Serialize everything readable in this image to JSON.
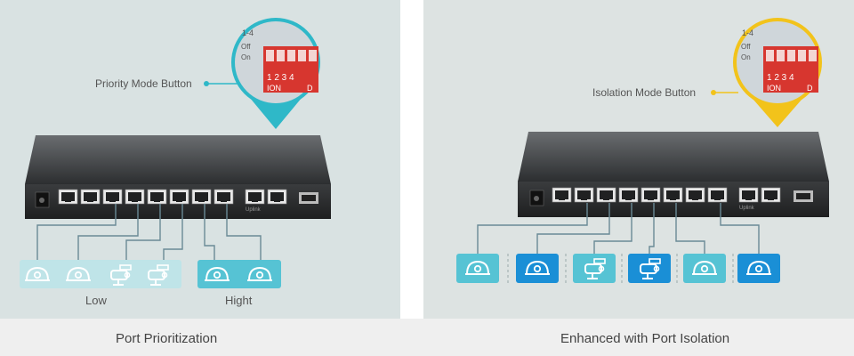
{
  "left_panel": {
    "callout_label": "Priority Mode Button",
    "dip_labels": {
      "switch_group": "1-4",
      "off": "Off",
      "on": "On",
      "numbers": "1 2 3 4",
      "on_text": "ION",
      "d_text": "D"
    },
    "tier_low": "Low",
    "tier_high": "Hight",
    "caption": "Port Prioritization",
    "accent_color": "#2fb8c8",
    "low_group_color": "#bfe4e8",
    "high_group_color": "#56c3d4",
    "devices": [
      "dome-camera",
      "dome-camera",
      "bullet-camera",
      "bullet-camera",
      "dome-camera",
      "dome-camera"
    ]
  },
  "right_panel": {
    "callout_label": "Isolation Mode Button",
    "dip_labels": {
      "switch_group": "1-4",
      "off": "Off",
      "on": "On",
      "numbers": "1 2 3 4",
      "on_text": "ION",
      "d_text": "D"
    },
    "caption": "Enhanced with Port Isolation",
    "accent_color": "#f2c31b",
    "tile_light": "#56c3d4",
    "tile_dark": "#1a8fd6",
    "devices": [
      "dome-camera",
      "dome-camera",
      "bullet-camera",
      "bullet-camera",
      "dome-camera",
      "dome-camera"
    ]
  },
  "switch_port_labels": {
    "uplink": "Uplink"
  }
}
